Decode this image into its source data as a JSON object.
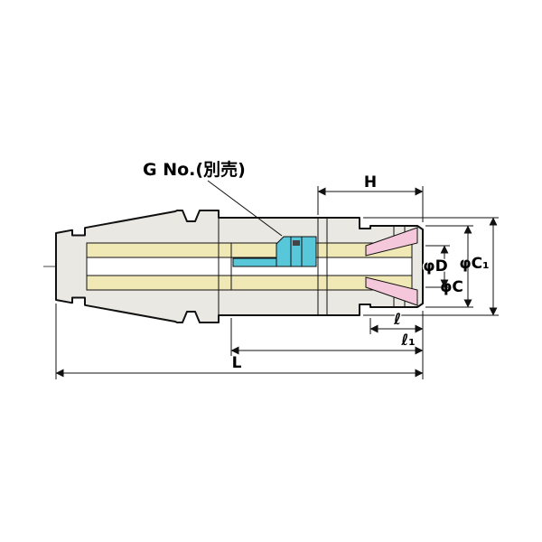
{
  "diagram": {
    "callout": "G No.(別売)",
    "dimensions": {
      "h": "H",
      "phi_c1": "φC₁",
      "phi_d": "φD",
      "phi_c": "φC",
      "l": "ℓ",
      "l1": "ℓ₁",
      "L_total": "L"
    }
  },
  "colors": {
    "background": "#ffffff",
    "body": "#e9e8e2",
    "bore": "#f0e9b6",
    "accent_cyan": "#57c7d9",
    "collet_pink": "#f5c7da",
    "line": "#111111"
  }
}
